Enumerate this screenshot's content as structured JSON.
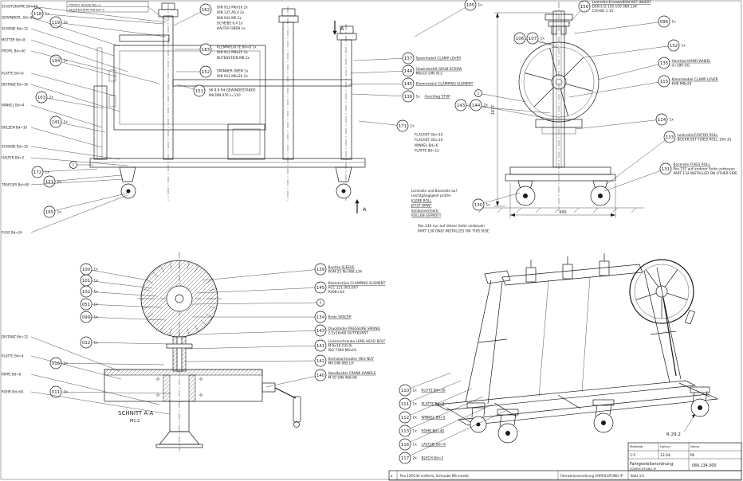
{
  "sheet": {
    "bg": "#ffffff",
    "ink": "#1b1b1b"
  },
  "corner_table": {
    "rows": [
      "PROFIL 40x40 Bd=1",
      "NUTENSTEIN M8 Bd=2"
    ]
  },
  "section_view": {
    "title": "SCHNITT  A-A",
    "scale": "M1:2"
  },
  "section_marks": {
    "label": "A"
  },
  "dimensions": {
    "base_width": "400",
    "total_height": "1677",
    "caster_radius": "R 29.2"
  },
  "notes": {
    "install": [
      "Pos.130 nur auf dieser Seite verbauen",
      "PART 130 ONLY INSTALLED ON THIS SIDE"
    ],
    "check": [
      "Lenkrolle und Bockrolle auf",
      "Leichtgängigkeit prüfen",
      "KLEBE ROLL",
      "JETZT BMW!",
      "Schlussvermerk:",
      "ROLLEN GEPRÜFT"
    ]
  },
  "left_labels_top": [
    "SCHUTZKAPPE Bd=10",
    "GEWINDEPL. Bd=8",
    "SCHEIBE Bd=12",
    "MUTTER Bd=8",
    "PROFIL Bd=40",
    "PLATTE Bd=6",
    "DISTANZ Bd=16",
    "WINKEL Bd=4",
    "BOLZEN Bd=10",
    "SCHEIBE Bd=10",
    "HALTER Bd=2",
    "TRAEGER Bd=60",
    "FUSS Bd=24"
  ],
  "left_labels_bottom": [
    "DISTANZ Bd=12",
    "PLATTE Bd=4",
    "RIPPE Bd=6",
    "ROHR Bd=60"
  ],
  "stacks": [
    {
      "rows": [
        "DIN 912 M6x16   2x",
        "DIN 125 A6,4   2x",
        "DIN 934 M6   2x",
        "SCHEIBE 6,4   1x",
        "HALTER OBEN   1x"
      ]
    },
    {
      "rows": [
        "KLEMMPLATTE Bd=8   1x",
        "DIN 912 M8x25   2x",
        "NUTENSTEIN M8   2x"
      ]
    },
    {
      "rows": [
        "SPANNER OBEN   1x",
        "DIN 912 M6x20   2x"
      ]
    },
    {
      "rows": [
        "SK 8.8 Rd GEWINDESTANGE",
        "M8 DIN 976 L=110"
      ]
    },
    {
      "rows": [
        "FLACHST. Bd=10",
        "FLACHST. Bd=10",
        "WINKEL Bd=6",
        "PLATTE Bd=12"
      ]
    }
  ],
  "balloons": [
    {
      "key": "b118",
      "num": "118",
      "qty": "1x"
    },
    {
      "key": "b119",
      "num": "119",
      "qty": "2x"
    },
    {
      "key": "b134",
      "num": "134",
      "qty": "2x"
    },
    {
      "key": "b163",
      "num": "163",
      "qty": "2x"
    },
    {
      "key": "b141",
      "num": "141",
      "qty": "1x"
    },
    {
      "key": "b172",
      "num": "172",
      "qty": "1x"
    },
    {
      "key": "b121",
      "num": "121",
      "qty": "2x"
    },
    {
      "key": "b165",
      "num": "165",
      "qty": "1x"
    },
    {
      "key": "b162",
      "num": "162"
    },
    {
      "key": "b183",
      "num": "183"
    },
    {
      "key": "b152",
      "num": "152"
    },
    {
      "key": "b151",
      "num": "151"
    },
    {
      "key": "b137a",
      "num": "137",
      "label": [
        "Spannhebel CLAMP LEVER"
      ]
    },
    {
      "key": "b144a",
      "num": "144",
      "label": [
        "Gewindestift GRUB SCREW",
        "M6x10 DIN 913"
      ]
    },
    {
      "key": "b145a",
      "num": "145",
      "label": [
        "Klemmstück CLAMPING ELEMENT"
      ]
    },
    {
      "key": "b136",
      "num": "136",
      "qty": "1x",
      "label": [
        "Anschlag STOP"
      ]
    },
    {
      "key": "b171",
      "num": "171",
      "qty": "1x"
    },
    {
      "key": "b105",
      "num": "105",
      "qty": "1x"
    },
    {
      "key": "b106",
      "num": "106",
      "qty": "1x"
    },
    {
      "key": "b107",
      "num": "107",
      "qty": "1x"
    },
    {
      "key": "b156",
      "num": "156",
      "label": [
        "Lenkrolle-Einsatz/BRACKET INSERT",
        "DSR/1-D 150 100 089.134",
        "150-BO 1.15"
      ]
    },
    {
      "key": "b096",
      "num": "096",
      "qty": "1x"
    },
    {
      "key": "b132",
      "num": "132",
      "qty": "1x"
    },
    {
      "key": "b135",
      "num": "135",
      "label": [
        "Handrad HAND WHEEL",
        "d=390 GG"
      ]
    },
    {
      "key": "b115",
      "num": "115",
      "label": [
        "Klemmhebel CLAMP LEVER",
        "KHB M8x20"
      ]
    },
    {
      "key": "b114",
      "num": "114",
      "qty": "1x"
    },
    {
      "key": "b133",
      "num": "133",
      "label": [
        "Lenkrolle/CASTOR ROLL",
        "BOCKR-SET FIXED ROLL 100-35"
      ]
    },
    {
      "key": "b131",
      "num": "131",
      "label": [
        "Bockrolle FIXED ROLL",
        "Pos.132 auf anderer Seite verbauen",
        "PART 132 INSTALLED ON OTHER SIDE"
      ]
    },
    {
      "key": "b130",
      "num": "130",
      "qty": "1x"
    },
    {
      "key": "b143b",
      "num": "143",
      "qty": "2x"
    },
    {
      "key": "b144b",
      "num": "144",
      "qty": "2x"
    },
    {
      "key": "b100",
      "num": "100",
      "qty": "1x"
    },
    {
      "key": "b101",
      "num": "101",
      "qty": "1x"
    },
    {
      "key": "b102",
      "num": "102",
      "qty": "1x"
    },
    {
      "key": "b051",
      "num": "051",
      "qty": "1x"
    },
    {
      "key": "b099",
      "num": "099",
      "qty": "1x"
    },
    {
      "key": "b012",
      "num": "012",
      "qty": "1x"
    },
    {
      "key": "b016",
      "num": "016",
      "qty": "1x"
    },
    {
      "key": "b011",
      "num": "011",
      "qty": "2x"
    },
    {
      "key": "b139",
      "num": "139",
      "label": [
        "Buchse SLEEVE",
        "POM-25 Pb 089.134"
      ]
    },
    {
      "key": "b145b",
      "num": "145",
      "label": [
        "Klemmstück CLAMPING ELEMENT",
        "ACC 121.001.007",
        "P208+G4"
      ]
    },
    {
      "key": "d1",
      "num": "1",
      "datum": true
    },
    {
      "key": "b134b",
      "num": "134",
      "label": [
        "Bride SPACER"
      ]
    },
    {
      "key": "b143a",
      "num": "143",
      "label": [
        "Druckfeder PRESSURE SPRING",
        "2,5x16x60 GUTEKUNST"
      ]
    },
    {
      "key": "b141b",
      "num": "141",
      "label": [
        "Linsenschraube LENS HEAD BOLT",
        "M 6x16 (10.9)",
        "ISO 7380 M6x16"
      ]
    },
    {
      "key": "b142",
      "num": "142",
      "label": [
        "Sechskantmutter HEX NUT",
        "M6 DIN 985 LH"
      ]
    },
    {
      "key": "b140",
      "num": "140",
      "label": [
        "Handkurbel CRANK HANDLE",
        "M 10 DIN 468.08"
      ]
    },
    {
      "key": "i110",
      "num": "110",
      "qty": "1x",
      "label": [
        "KLOTZ Bd=30"
      ]
    },
    {
      "key": "i111",
      "num": "111",
      "qty": "1x",
      "label": [
        "PLATTE Bd=8"
      ]
    },
    {
      "key": "i112",
      "num": "112",
      "qty": "2x",
      "label": [
        "WINKEL Bd=5"
      ]
    },
    {
      "key": "i113",
      "num": "113",
      "qty": "1x",
      "label": [
        "ROHR Bd=40"
      ]
    },
    {
      "key": "i116",
      "num": "116",
      "qty": "1x",
      "label": [
        "LASCHE Bd=6"
      ]
    },
    {
      "key": "i117",
      "num": "117",
      "qty": "2x",
      "label": [
        "BLECH Bd=3"
      ]
    },
    {
      "key": "d2",
      "num": "1",
      "datum": true
    },
    {
      "key": "d3",
      "num": "1",
      "datum": true
    }
  ],
  "title_block": {
    "maszstab_label": "Maßstab",
    "maszstab": "1:5",
    "datum_label": "Datum",
    "datum": "12.04.",
    "name_label": "Name",
    "name": "Mi",
    "title1": "Fahrgestellanordnung",
    "title2": "VORRICHTUNG IP",
    "drawing_no": "089.134.000"
  },
  "revision": {
    "index": "a",
    "text": "Pos.129/134 entfernt, Schraube M6 ersetzt",
    "title": "Fahrwerksanordnung VORRICHTUNG IP",
    "sheet": "Blatt 1/1"
  }
}
